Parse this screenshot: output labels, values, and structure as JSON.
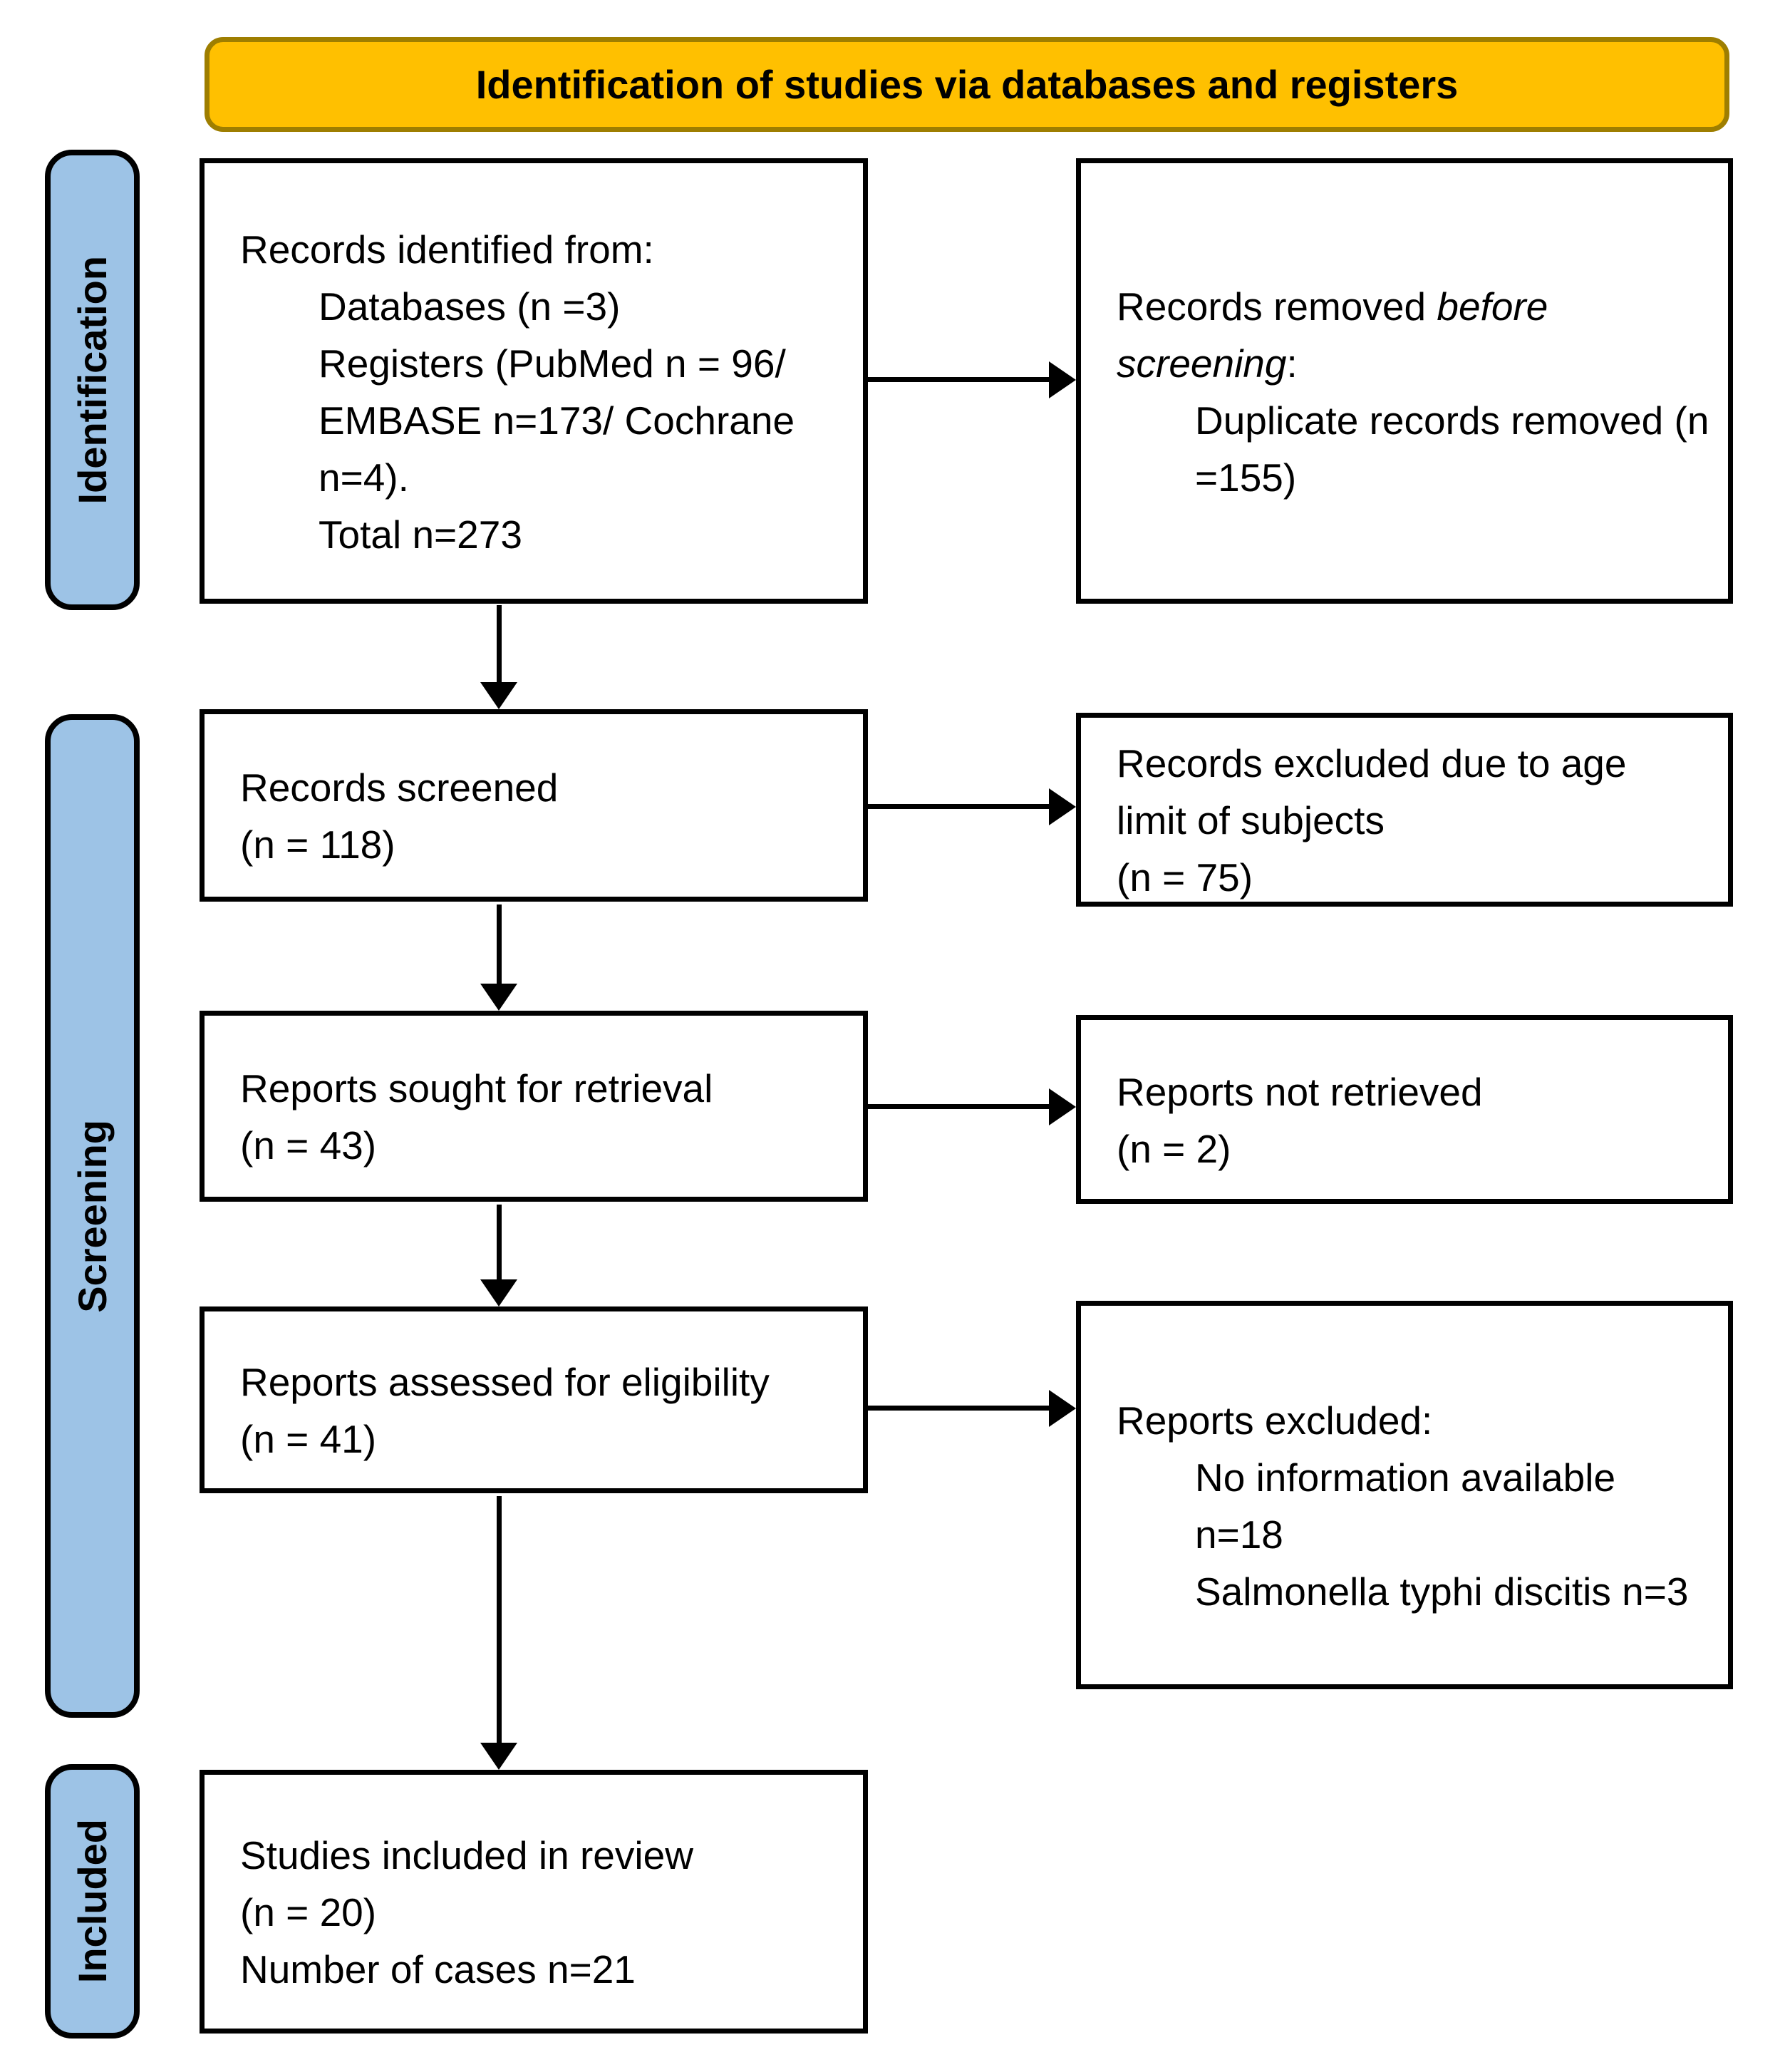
{
  "banner": {
    "title": "Identification of studies via databases and registers"
  },
  "stages": {
    "identification": "Identification",
    "screening": "Screening",
    "included": "Included"
  },
  "boxes": {
    "records_identified": {
      "line0": "Records identified from:",
      "indented": [
        "Databases (n =3)",
        "Registers (PubMed n = 96/",
        "EMBASE n=173/ Cochrane",
        "n=4).",
        "Total n=273"
      ]
    },
    "records_removed": {
      "normal_prefix": "Records removed ",
      "italic_word1": "before",
      "italic_word2": "screening",
      "suffix": ":",
      "indented": [
        "Duplicate records removed (n",
        "=155)"
      ]
    },
    "records_screened": {
      "lines": [
        "Records screened",
        "(n = 118)"
      ]
    },
    "records_excluded_age": {
      "lines": [
        "Records excluded due to age",
        "limit of subjects",
        "(n = 75)"
      ]
    },
    "reports_sought": {
      "lines": [
        "Reports sought for retrieval",
        "(n = 43)"
      ]
    },
    "reports_not_retrieved": {
      "lines": [
        "Reports not retrieved",
        "(n = 2)"
      ]
    },
    "reports_assessed": {
      "lines": [
        "Reports assessed for eligibility",
        "(n = 41)"
      ]
    },
    "reports_excluded": {
      "line0": "Reports excluded:",
      "indented": [
        "No information available",
        "n=18",
        "Salmonella typhi discitis n=3"
      ]
    },
    "studies_included": {
      "lines": [
        "Studies included in review",
        "(n = 20)",
        "Number of cases n=21"
      ]
    }
  },
  "colors": {
    "banner_fill": "#FFC000",
    "banner_border": "#9E7E00",
    "stage_fill": "#9DC3E6",
    "box_fill": "#FFFFFF",
    "line_color": "#000000",
    "text_color": "#000000",
    "page_bg": "#FFFFFF"
  }
}
